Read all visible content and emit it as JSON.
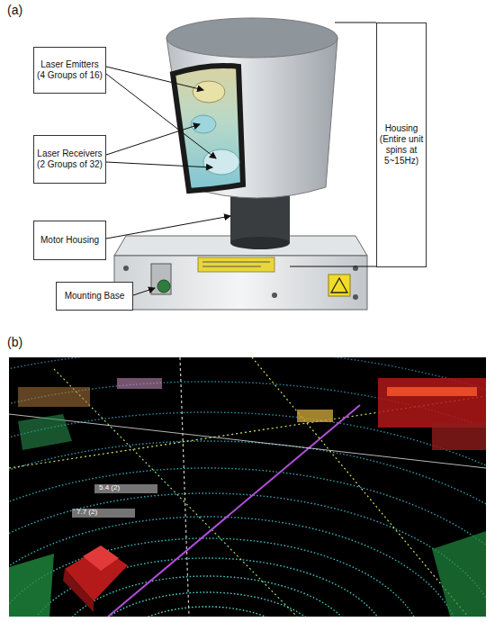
{
  "diagram": {
    "nodes": [
      {
        "text": [
          "Laser Emitters (4 Groups of 16)"
        ]
      },
      {
        "text": [
          "Laser Receivers (2 Groups of 32)"
        ]
      },
      {
        "text": [
          "Motor Housing"
        ]
      },
      {
        "text": [
          "Mounting Base"
        ]
      },
      {
        "text": [
          "Housing (Entire unit spins at 5~15Hz)"
        ]
      }
    ],
    "labels": [
      "(a)",
      "(b)",
      "5.4 (2)",
      "7.7 (2)"
    ]
  }
}
